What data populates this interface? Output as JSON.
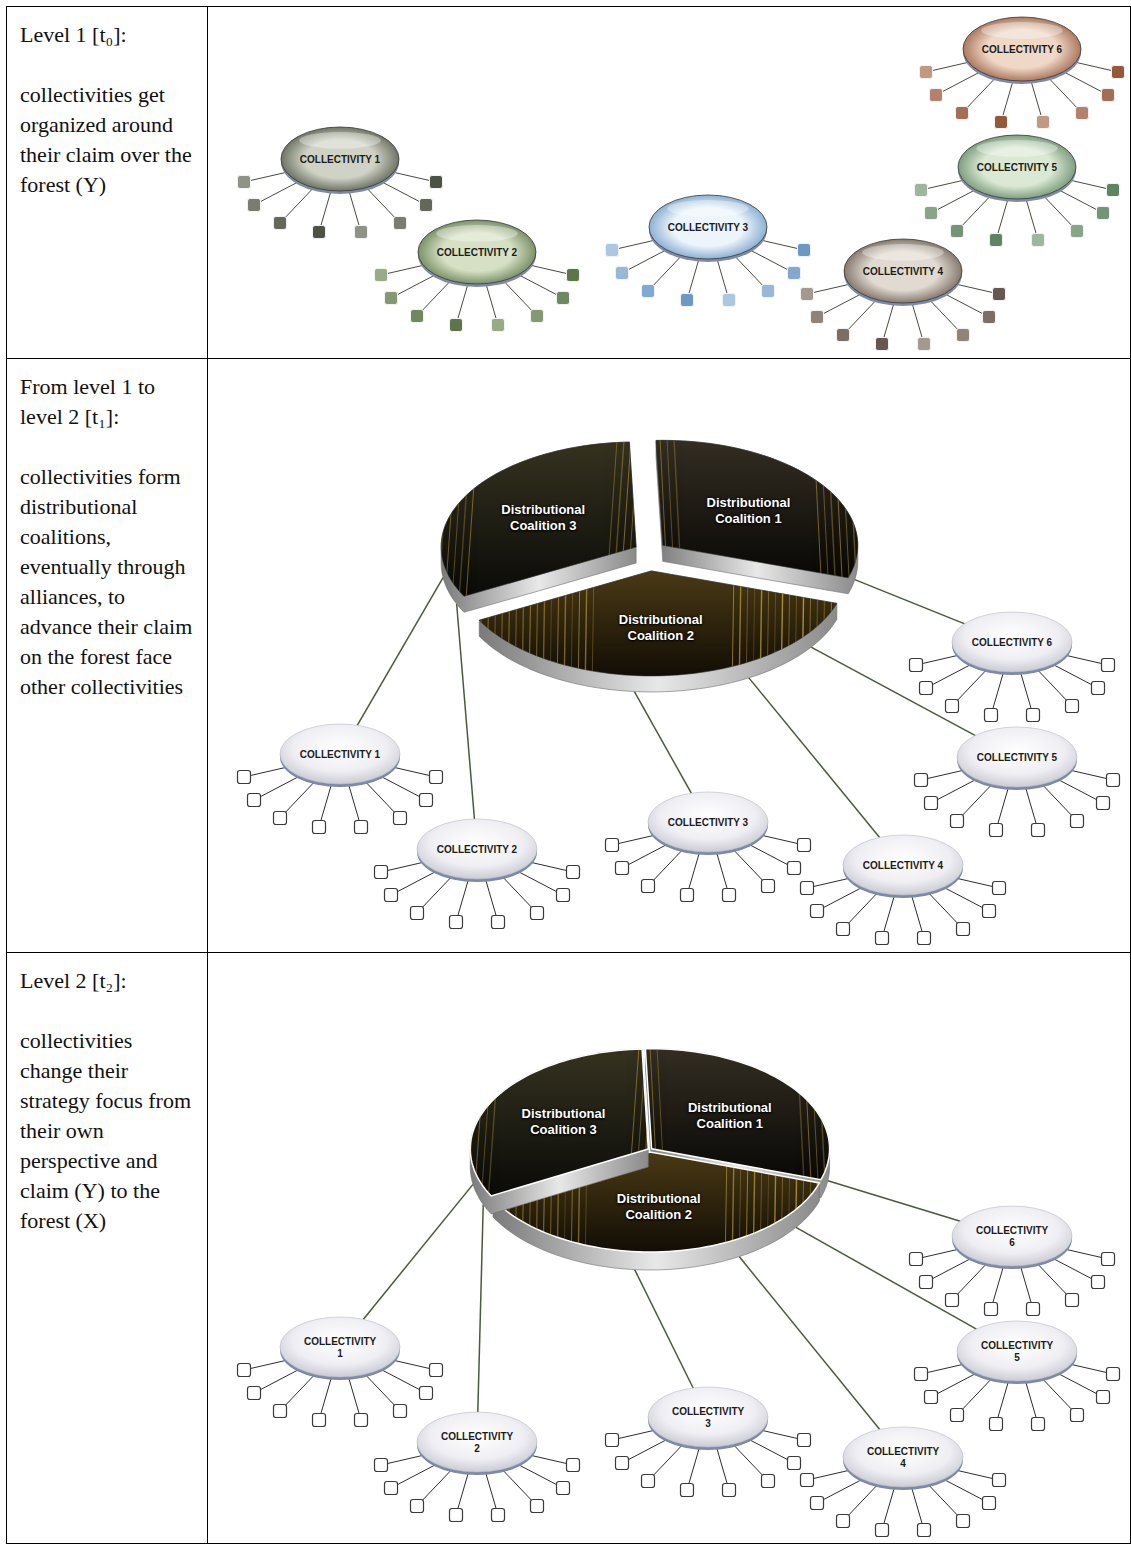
{
  "diagram": {
    "nodes": [
      {
        "text": [
          "Level 1 [t₀]:",
          "collectivities get organized around their claim over the forest (Y)"
        ]
      },
      {
        "text": [
          "COLLECTIVITY 1"
        ]
      },
      {
        "text": [
          "COLLECTIVITY 2"
        ]
      },
      {
        "text": [
          "COLLECTIVITY 3"
        ]
      },
      {
        "text": [
          "COLLECTIVITY 4"
        ]
      },
      {
        "text": [
          "COLLECTIVITY 5"
        ]
      },
      {
        "text": [
          "COLLECTIVITY 6"
        ]
      },
      {
        "text": [
          "From level 1 to level 2 [t₁]:",
          "collectivities form distributional coalitions, eventually through alliances, to advance their claim on the forest face other collectivities"
        ]
      },
      {
        "text": [
          "Distributional Coalition 1"
        ]
      },
      {
        "text": [
          "Distributional Coalition 2"
        ]
      },
      {
        "text": [
          "Distributional Coalition 3"
        ]
      },
      {
        "text": [
          "COLLECTIVITY 1"
        ]
      },
      {
        "text": [
          "COLLECTIVITY 2"
        ]
      },
      {
        "text": [
          "COLLECTIVITY 3"
        ]
      },
      {
        "text": [
          "COLLECTIVITY 4"
        ]
      },
      {
        "text": [
          "COLLECTIVITY 5"
        ]
      },
      {
        "text": [
          "COLLECTIVITY 6"
        ]
      },
      {
        "text": [
          "Level 2 [t₂]:",
          "collectivities change their strategy focus from their own perspective and claim (Y) to the forest (X)"
        ]
      },
      {
        "text": [
          "Distributional Coalition 1"
        ]
      },
      {
        "text": [
          "Distributional Coalition 2"
        ]
      },
      {
        "text": [
          "Distributional Coalition 3"
        ]
      },
      {
        "text": [
          "COLLECTIVITY 1"
        ]
      },
      {
        "text": [
          "COLLECTIVITY 2"
        ]
      },
      {
        "text": [
          "COLLECTIVITY 3"
        ]
      },
      {
        "text": [
          "COLLECTIVITY 4"
        ]
      },
      {
        "text": [
          "COLLECTIVITY 5"
        ]
      },
      {
        "text": [
          "COLLECTIVITY 6"
        ]
      }
    ],
    "edges": [
      {
        "from": 11,
        "to": 10,
        "arrow": "none"
      },
      {
        "from": 12,
        "to": 10,
        "arrow": "none"
      },
      {
        "from": 13,
        "to": 9,
        "arrow": "none"
      },
      {
        "from": 14,
        "to": 9,
        "arrow": "none"
      },
      {
        "from": 15,
        "to": 9,
        "arrow": "none"
      },
      {
        "from": 16,
        "to": 8,
        "arrow": "none"
      },
      {
        "from": 21,
        "to": 20,
        "arrow": "none"
      },
      {
        "from": 22,
        "to": 20,
        "arrow": "none"
      },
      {
        "from": 23,
        "to": 19,
        "arrow": "none"
      },
      {
        "from": 24,
        "to": 19,
        "arrow": "none"
      },
      {
        "from": 25,
        "to": 19,
        "arrow": "none"
      },
      {
        "from": 26,
        "to": 18,
        "arrow": "none"
      }
    ]
  }
}
